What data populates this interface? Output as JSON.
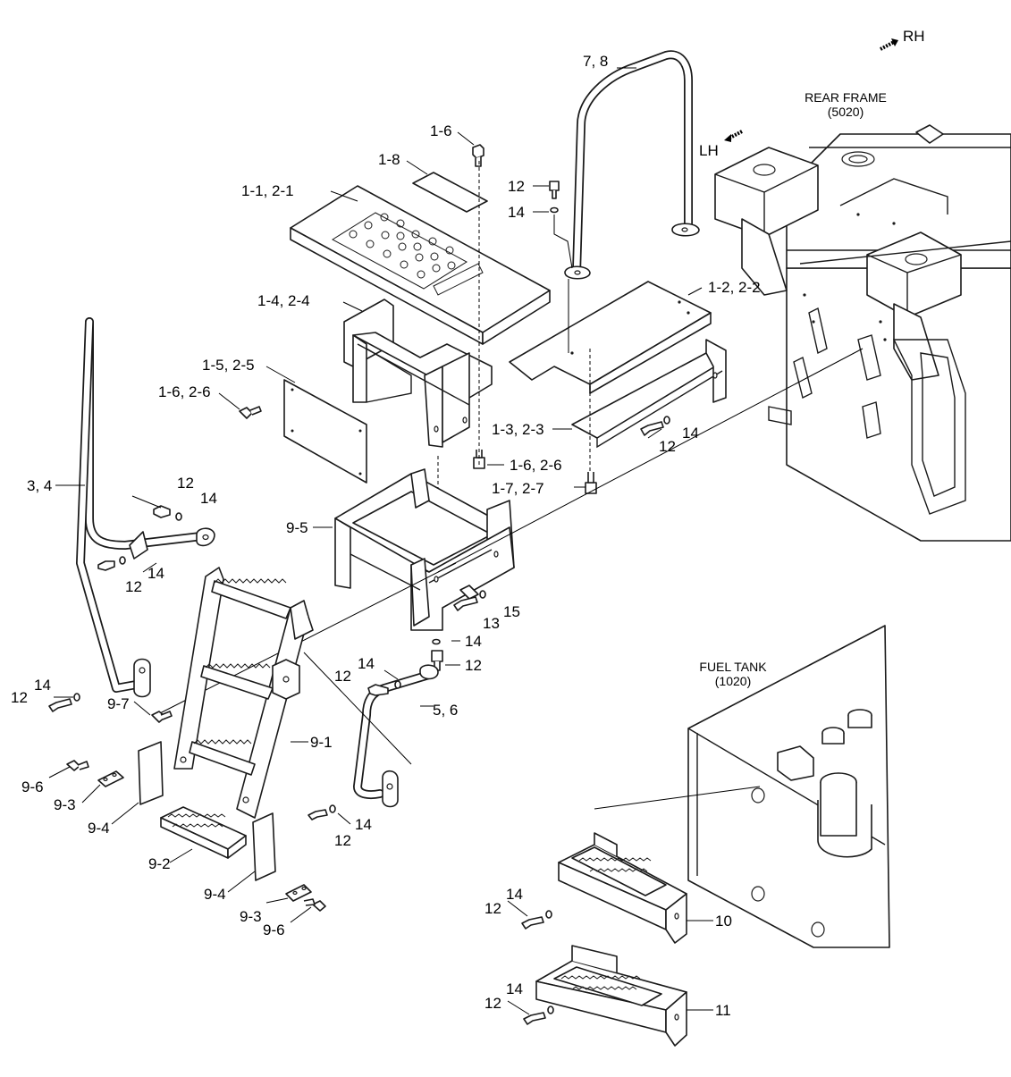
{
  "headers": {
    "rh": "RH",
    "lh": "LH",
    "rear_frame": "REAR FRAME",
    "rear_frame_code": "(5020)",
    "fuel_tank": "FUEL TANK",
    "fuel_tank_code": "(1020)"
  },
  "callouts": {
    "c78": "7, 8",
    "c1_6": "1-6",
    "c1_8": "1-8",
    "c11_21": "1-1, 2-1",
    "c12_a": "12",
    "c14_a": "14",
    "c12_22": "1-2, 2-2",
    "c14_24": "1-4, 2-4",
    "c15_25": "1-5, 2-5",
    "c16_26_a": "1-6, 2-6",
    "c13_23": "1-3, 2-3",
    "c14_b": "14",
    "c12_b": "12",
    "c16_26_b": "1-6, 2-6",
    "c17_27": "1-7, 2-7",
    "c34": "3, 4",
    "c12_c": "12",
    "c14_c": "14",
    "c14_d": "14",
    "c12_d": "12",
    "c9_5": "9-5",
    "c13": "13",
    "c15": "15",
    "c14_e": "14",
    "c12_e": "12",
    "c14_f": "14",
    "c12_f": "12",
    "c14_g": "14",
    "c12_g": "12",
    "c9_7": "9-7",
    "c56": "5, 6",
    "c9_1": "9-1",
    "c9_6_a": "9-6",
    "c9_3_a": "9-3",
    "c9_4_a": "9-4",
    "c14_h": "14",
    "c12_h": "12",
    "c9_2": "9-2",
    "c9_4_b": "9-4",
    "c9_3_b": "9-3",
    "c9_6_b": "9-6",
    "c14_i": "14",
    "c12_i": "12",
    "c10": "10",
    "c14_j": "14",
    "c12_j": "12",
    "c11": "11"
  }
}
